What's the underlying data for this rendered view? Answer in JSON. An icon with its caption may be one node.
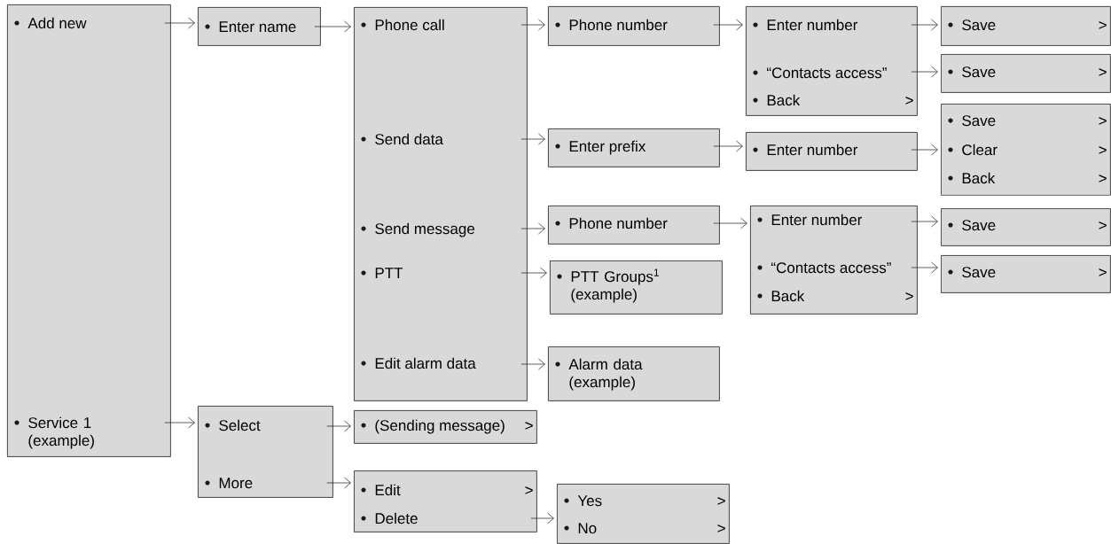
{
  "diagram": {
    "nodes": [
      {
        "text": [
          "Add new",
          "Service 1 (example)"
        ]
      },
      {
        "text": [
          "Enter name"
        ]
      },
      {
        "text": [
          "Phone call",
          "Send data",
          "Send message",
          "PTT",
          "Edit alarm data"
        ]
      },
      {
        "text": [
          "Phone number"
        ]
      },
      {
        "text": [
          "Enter number",
          "“Contacts access”",
          "Back",
          ">"
        ]
      },
      {
        "text": [
          "Save",
          ">"
        ]
      },
      {
        "text": [
          "Save",
          ">"
        ]
      },
      {
        "text": [
          "Enter prefix"
        ]
      },
      {
        "text": [
          "Enter number"
        ]
      },
      {
        "text": [
          "Save",
          ">",
          "Clear",
          ">",
          "Back",
          ">"
        ]
      },
      {
        "text": [
          "Phone number"
        ]
      },
      {
        "text": [
          "Enter number",
          "“Contacts access”",
          "Back",
          ">"
        ]
      },
      {
        "text": [
          "Save",
          ">"
        ]
      },
      {
        "text": [
          "Save",
          ">"
        ]
      },
      {
        "text": [
          "PTT Groups$^{1}$ (example)"
        ]
      },
      {
        "text": [
          "Alarm data (example)"
        ]
      },
      {
        "text": [
          "Select",
          "More"
        ]
      },
      {
        "text": [
          "(Sending message)",
          ">"
        ]
      },
      {
        "text": [
          "Edit",
          ">",
          "Delete"
        ]
      },
      {
        "text": [
          "Yes",
          ">",
          "No",
          ">"
        ]
      }
    ],
    "edges": [
      {
        "from": 0,
        "to": 1,
        "arrow": "to"
      },
      {
        "from": 1,
        "to": 2,
        "arrow": "to"
      },
      {
        "from": 2,
        "to": 3,
        "arrow": "to"
      },
      {
        "from": 3,
        "to": 4,
        "arrow": "to"
      },
      {
        "from": 4,
        "to": 5,
        "arrow": "to"
      },
      {
        "from": 4,
        "to": 6,
        "arrow": "to"
      },
      {
        "from": 2,
        "to": 7,
        "arrow": "to"
      },
      {
        "from": 7,
        "to": 8,
        "arrow": "to"
      },
      {
        "from": 8,
        "to": 9,
        "arrow": "to"
      },
      {
        "from": 2,
        "to": 10,
        "arrow": "to"
      },
      {
        "from": 10,
        "to": 11,
        "arrow": "to"
      },
      {
        "from": 11,
        "to": 12,
        "arrow": "to"
      },
      {
        "from": 11,
        "to": 13,
        "arrow": "to"
      },
      {
        "from": 2,
        "to": 14,
        "arrow": "to"
      },
      {
        "from": 2,
        "to": 15,
        "arrow": "to"
      },
      {
        "from": 0,
        "to": 16,
        "arrow": "to"
      },
      {
        "from": 16,
        "to": 17,
        "arrow": "to"
      },
      {
        "from": 16,
        "to": 18,
        "arrow": "to"
      },
      {
        "from": 18,
        "to": 19,
        "arrow": "to"
      }
    ]
  }
}
